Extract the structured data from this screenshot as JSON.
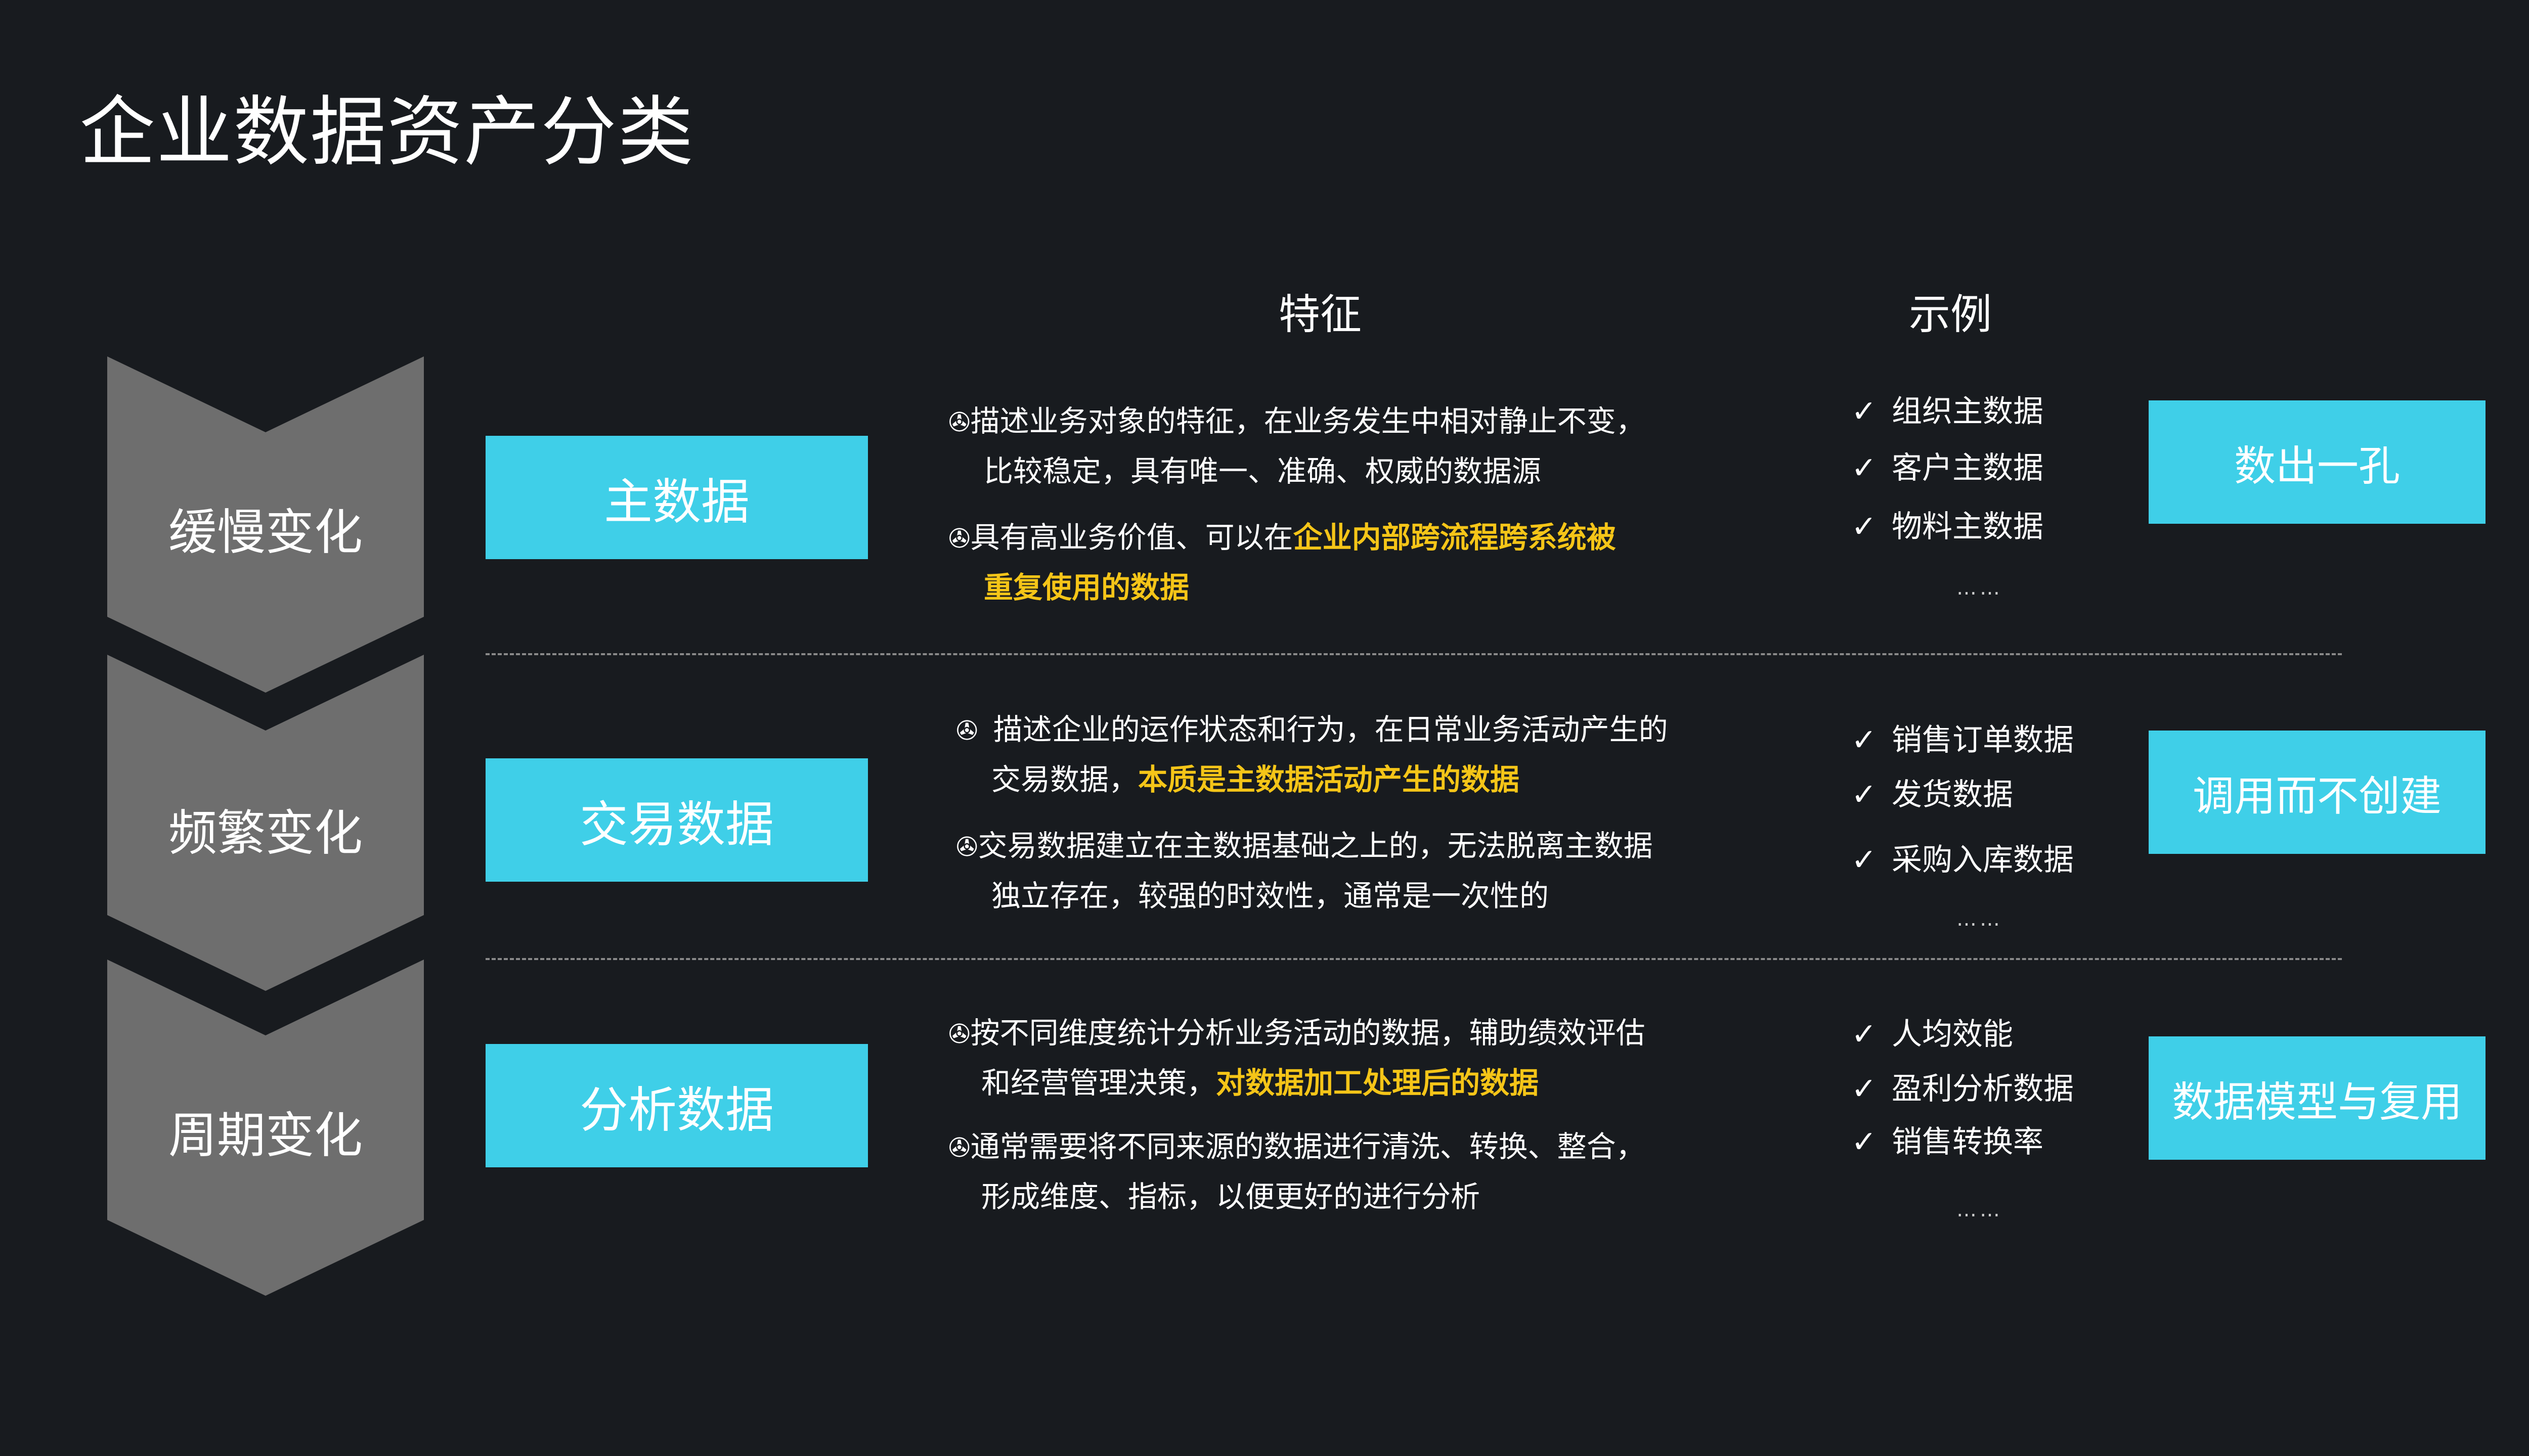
{
  "title": "企业数据资产分类",
  "headers": {
    "features": "特征",
    "examples": "示例"
  },
  "rows": [
    {
      "stage": "缓慢变化",
      "category": "主数据",
      "features": [
        {
          "mark": "✇",
          "line1": "描述业务对象的特征，在业务发生中相对静止不变，",
          "line2": "比较稳定，具有唯一、准确、权威的数据源"
        },
        {
          "mark": "✇",
          "line1_a": "具有高业务价值、可以在",
          "line1_hl": "企业内部跨流程跨系统被",
          "line2_hl": "重复使用的数据"
        }
      ],
      "examples": [
        "组织主数据",
        "客户主数据",
        "物料主数据"
      ],
      "ellipsis": "……",
      "result": "数出一孔"
    },
    {
      "stage": "频繁变化",
      "category": "交易数据",
      "features": [
        {
          "mark": "✇",
          "line1": "描述企业的运作状态和行为，在日常业务活动产生的",
          "line2_a": "交易数据，",
          "line2_hl": "本质是主数据活动产生的数据"
        },
        {
          "mark": "✇",
          "line1": "交易数据建立在主数据基础之上的，无法脱离主数据",
          "line2": "独立存在，较强的时效性，通常是一次性的"
        }
      ],
      "examples": [
        "销售订单数据",
        "发货数据",
        "采购入库数据"
      ],
      "ellipsis": "……",
      "result": "调用而不创建"
    },
    {
      "stage": "周期变化",
      "category": "分析数据",
      "features": [
        {
          "mark": "✇",
          "line1": "按不同维度统计分析业务活动的数据，辅助绩效评估",
          "line2_a": "和经营管理决策，",
          "line2_hl": "对数据加工处理后的数据"
        },
        {
          "mark": "✇",
          "line1": "通常需要将不同来源的数据进行清洗、转换、整合，",
          "line2": "形成维度、指标，以便更好的进行分析"
        }
      ],
      "examples": [
        "人均效能",
        "盈利分析数据",
        "销售转换率"
      ],
      "ellipsis": "……",
      "result": "数据模型与复用"
    }
  ],
  "check_mark": "✓",
  "colors": {
    "background": "#181b1f",
    "accent": "#3fcfe8",
    "highlight": "#f5c518",
    "chevron": "#6e6e6e"
  }
}
